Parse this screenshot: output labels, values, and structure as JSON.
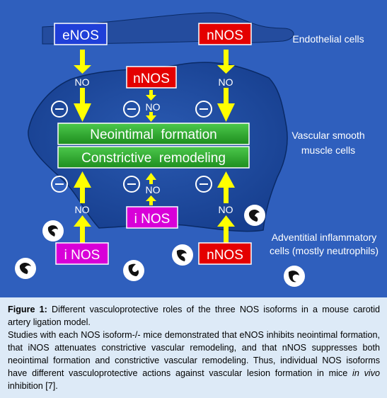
{
  "figure": {
    "boxes": {
      "enos_top": "eNOS",
      "nnos_top": "nNOS",
      "nnos_center": "nNOS",
      "inos_center": "i NOS",
      "inos_bottom_left": "i NOS",
      "nnos_bottom_right": "nNOS"
    },
    "bars": {
      "neointimal": "Neointimal  formation",
      "constrictive": "Constrictive  remodeling"
    },
    "no_label": "NO",
    "inhibit_symbol": "⊖",
    "side_labels": {
      "endothelial": "Endothelial cells",
      "smooth_line1": "Vascular smooth",
      "smooth_line2": "muscle cells",
      "adventitial_line1": "Adventitial inflammatory",
      "adventitial_line2": "cells (mostly neutrophils)"
    },
    "colors": {
      "background": "#2f5fbd",
      "vessel": "#1f4ca0",
      "enos_box": "#1f3fd8",
      "nnos_box": "#e40000",
      "inos_box": "#d800d8",
      "bar_green": "#2aa82a",
      "arrow_yellow": "#ffff00"
    },
    "icons": [
      "neutrophil-icon",
      "neutrophil-icon",
      "neutrophil-icon",
      "neutrophil-icon",
      "neutrophil-icon",
      "neutrophil-icon"
    ]
  },
  "caption": {
    "label": "Figure 1:",
    "title_text": " Different vasculoprotective roles of the three NOS isoforms in a mouse carotid artery ligation model.",
    "body_text": "Studies with each NOS isoform-/- mice demonstrated that eNOS inhibits neointimal formation, that iNOS attenuates constrictive vascular remodeling, and that nNOS suppresses both neointimal formation and constrictive vascular remodeling. Thus, individual NOS isoforms have different vasculoprotective actions against vascular lesion formation in mice ",
    "italic_text": "in vivo",
    "end_text": " inhibition [7]."
  }
}
